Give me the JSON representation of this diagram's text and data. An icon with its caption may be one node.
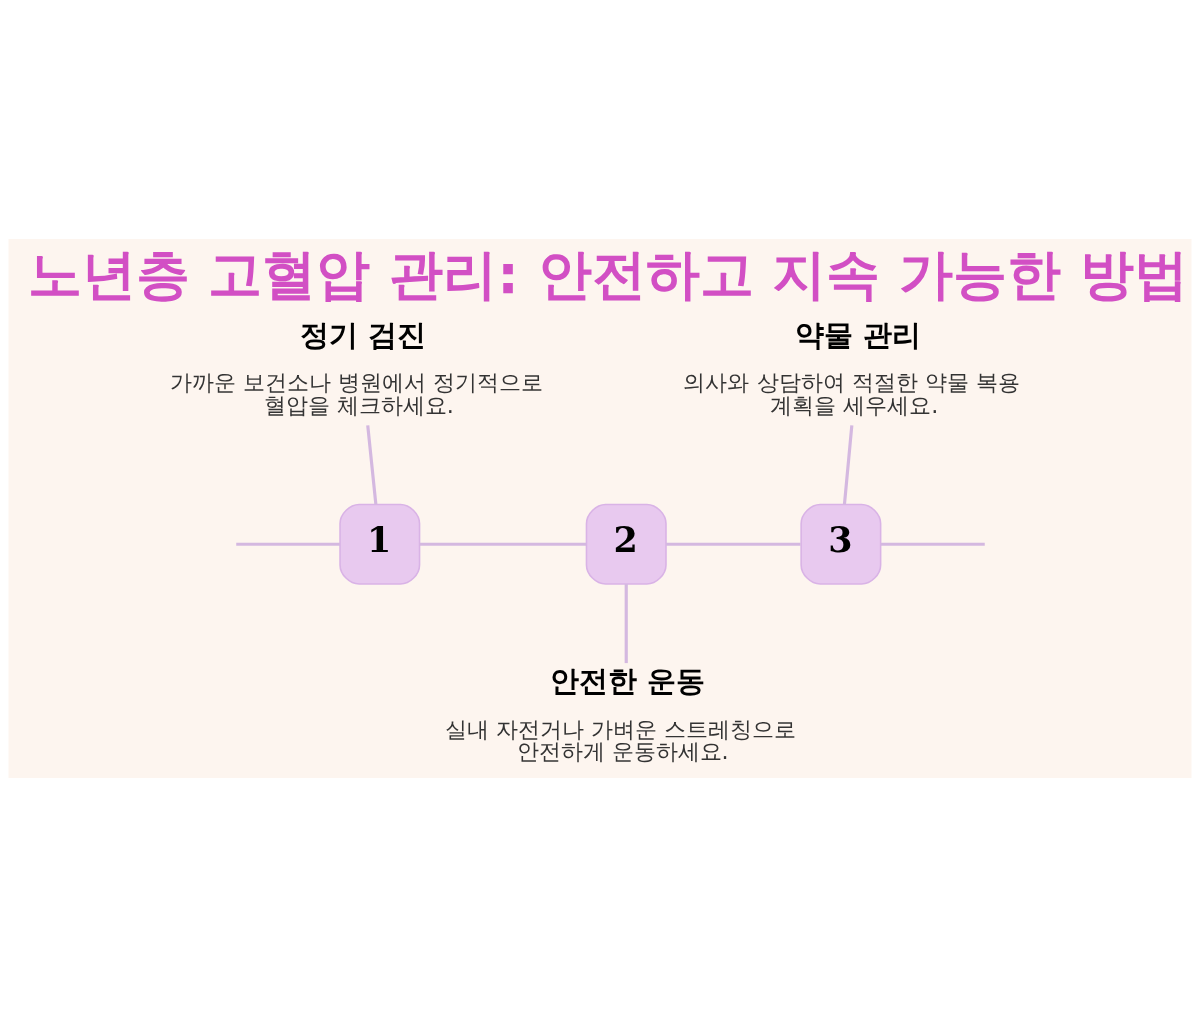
{
  "diagram": {
    "title": "노년층 고혈압 관리: 안전하고 지속 가능한 방법",
    "nodes": [
      {
        "text": [
          "정기 검진",
          "가까운 보건소나 병원에서 정기적으로 혈압을 체크하세요."
        ]
      },
      {
        "text": [
          "약물 관리",
          "의사와 상담하여 적절한 약물 복용 계획을 세우세요."
        ]
      },
      {
        "text": [
          "1"
        ]
      },
      {
        "text": [
          "2"
        ]
      },
      {
        "text": [
          "3"
        ]
      },
      {
        "text": [
          "안전한 운동",
          "실내 자전거나 가벼운 스트레칭으로 안전하게 운동하세요."
        ]
      }
    ],
    "edges": [
      {
        "from": null,
        "to": 2,
        "arrow": "none"
      },
      {
        "from": 2,
        "to": 3,
        "arrow": "none"
      },
      {
        "from": 3,
        "to": 4,
        "arrow": "none"
      },
      {
        "from": 4,
        "to": null,
        "arrow": "none"
      },
      {
        "from": 0,
        "to": 2,
        "arrow": "none"
      },
      {
        "from": 1,
        "to": 4,
        "arrow": "none"
      },
      {
        "from": 3,
        "to": 5,
        "arrow": "none"
      }
    ]
  }
}
